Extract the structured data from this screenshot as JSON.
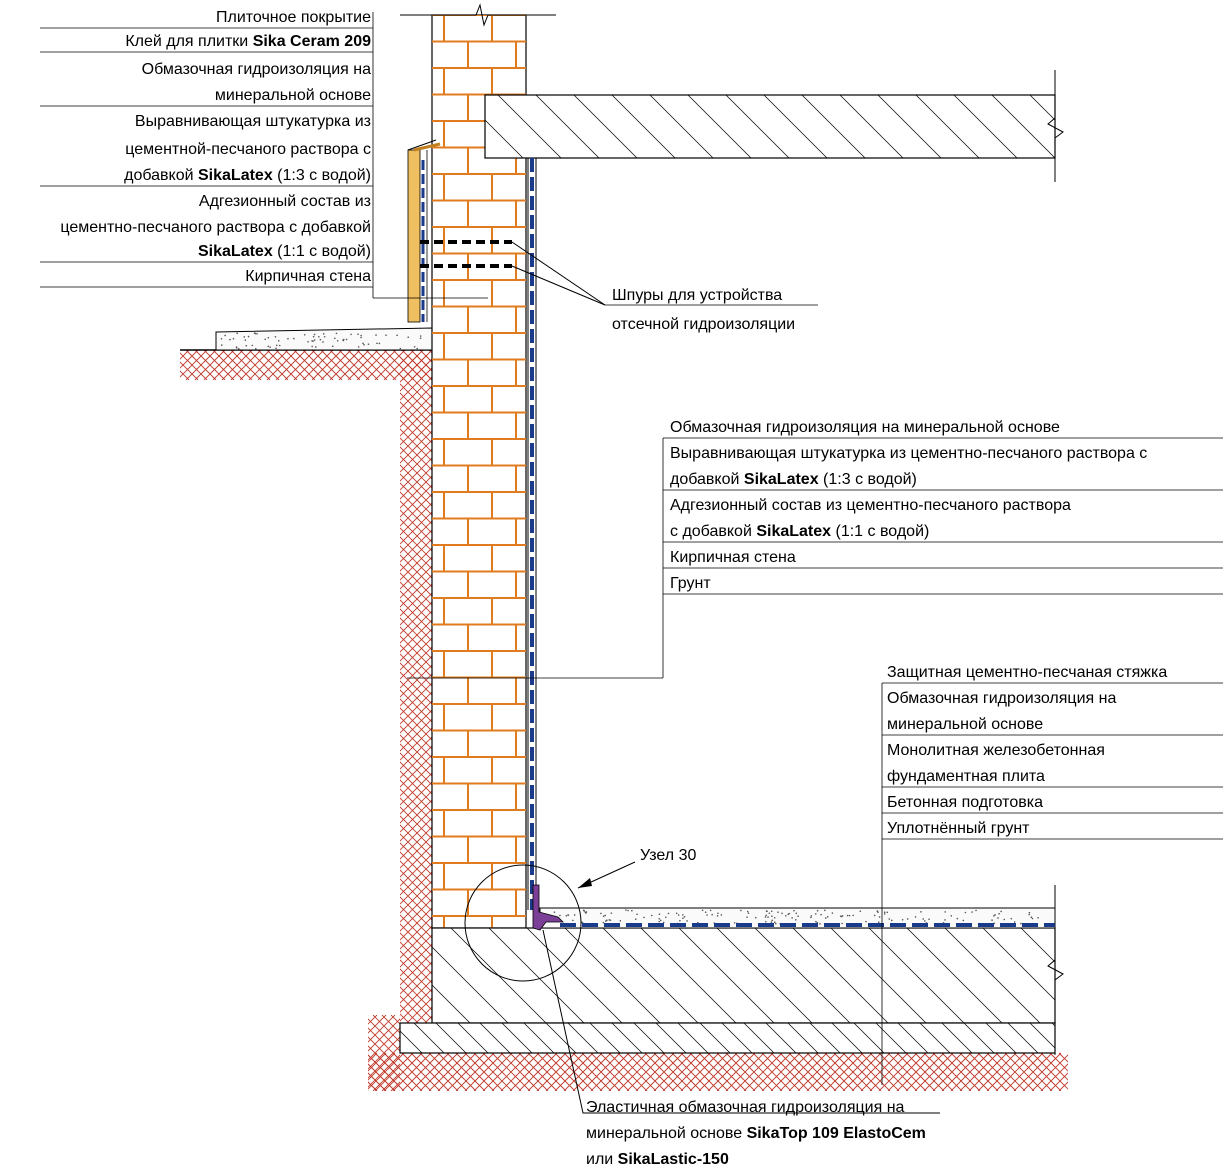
{
  "top_left": {
    "l1": "Плиточное покрытие",
    "l2a": "Клей для плитки ",
    "l2b": "Sika Ceram 209",
    "l3": "Обмазочная гидроизоляция на",
    "l4": "минеральной основе",
    "l5": "Выравнивающая штукатурка из",
    "l6": "цементной-песчаного раствора с",
    "l7a": "добавкой ",
    "l7b": "SikaLatex",
    "l7c": " (1:3 с водой)",
    "l8": "Адгезионный состав из",
    "l9": "цементно-песчаного раствора с  добавкой",
    "l10a": "SikaLatex",
    "l10b": " (1:1 с водой)",
    "l11": "Кирпичная стена"
  },
  "shpury": {
    "l1": "Шпуры для устройства",
    "l2": "отсечной гидроизоляции"
  },
  "right_mid": {
    "l1": "Обмазочная гидроизоляция на минеральной основе",
    "l2": "Выравнивающая штукатурка из цементно-песчаного раствора с",
    "l3a": "добавкой ",
    "l3b": "SikaLatex",
    "l3c": " (1:3 с водой)",
    "l4": "Адгезионный состав из цементно-песчаного раствора",
    "l5a": "с  добавкой ",
    "l5b": "SikaLatex",
    "l5c": " (1:1 с водой)",
    "l6": "Кирпичная стена",
    "l7": "Грунт"
  },
  "right_low": {
    "l1": "Защитная цементно-песчаная стяжка",
    "l2": "Обмазочная гидроизоляция на",
    "l3": "минеральной основе",
    "l4": "Монолитная железобетонная",
    "l5": "фундаментная плита",
    "l6": "Бетонная подготовка",
    "l7": "Уплотнённый грунт"
  },
  "node": {
    "label": "Узел 30"
  },
  "bottom": {
    "l1": "Эластичная обмазочная гидроизоляция на",
    "l2a": "минеральной основе  ",
    "l2b": "SikaTop 109 ElastoCem",
    "l3a": "или  ",
    "l3b": "SikaLastic-150"
  },
  "colors": {
    "brick": "#e07b20",
    "membrane": "#1a3a8c",
    "soil_hatch": "#c0392b",
    "elastic": "#7b3f98",
    "tile_yellow": "#f0c060"
  }
}
